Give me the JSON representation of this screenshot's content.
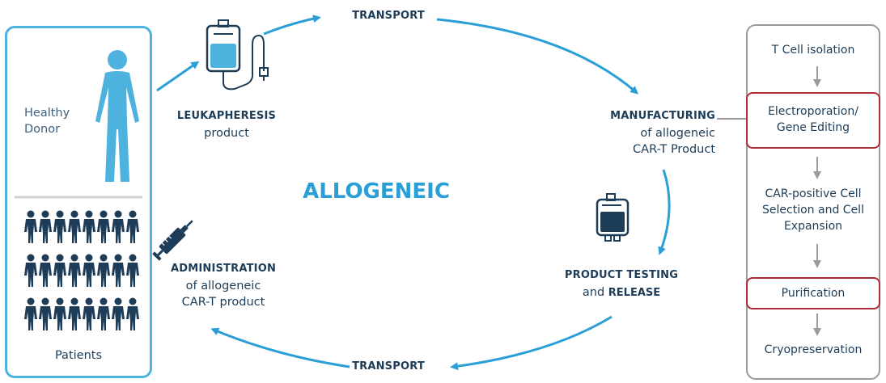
{
  "donor_label": "Healthy Donor",
  "patients_label": "Patients",
  "center_title": "ALLOGENEIC",
  "transport_top": "TRANSPORT",
  "transport_bottom": "TRANSPORT",
  "leukapheresis": {
    "title": "LEUKAPHERESIS",
    "sub": "product"
  },
  "manufacturing": {
    "title": "MANUFACTURING",
    "line2": "of allogeneic",
    "line3": "CAR-T Product"
  },
  "testing": {
    "title": "PRODUCT TESTING",
    "and": "and",
    "release": "RELEASE"
  },
  "administration": {
    "title": "ADMINISTRATION",
    "line2": "of allogeneic",
    "line3": "CAR-T product"
  },
  "steps": {
    "s1": "T Cell isolation",
    "s2a": "Electroporation/",
    "s2b": "Gene Editing",
    "s3a": "CAR-positive Cell",
    "s3b": "Selection and Cell",
    "s3c": "Expansion",
    "s4": "Purification",
    "s5": "Cryopreservation"
  },
  "colors": {
    "accent": "#2a9fd6",
    "dark": "#1d3c57",
    "highlight": "#b02b3a",
    "panel_gray": "#9b9b9b"
  }
}
